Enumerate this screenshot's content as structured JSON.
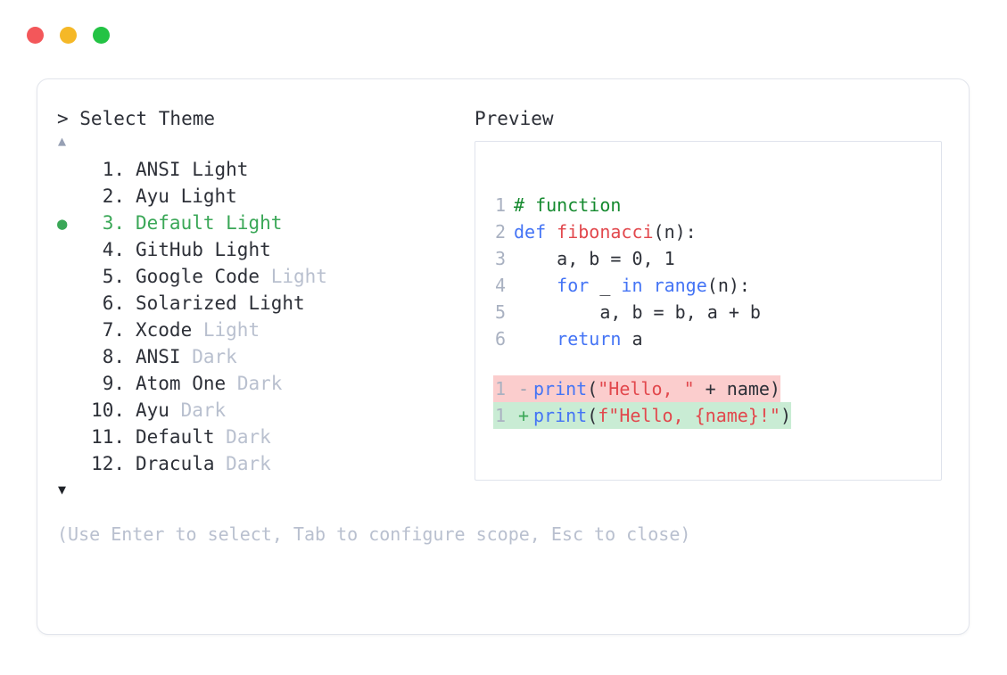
{
  "window": {
    "traffic_lights": [
      {
        "name": "close",
        "color": "#f3575a"
      },
      {
        "name": "minimize",
        "color": "#f5b827"
      },
      {
        "name": "maximize",
        "color": "#23c344"
      }
    ]
  },
  "prompt": {
    "text": "> Select Theme"
  },
  "scroll": {
    "up_arrow": "▲",
    "down_arrow": "▼"
  },
  "preview": {
    "label": "Preview"
  },
  "theme_list": {
    "selected_index": 3,
    "selected_color": "#3aa757",
    "items": [
      {
        "bullet": "",
        "number": "1.",
        "name": "ANSI",
        "suffix": "Light",
        "suffix_dim": false,
        "selected": false
      },
      {
        "bullet": "",
        "number": "2.",
        "name": "Ayu",
        "suffix": "Light",
        "suffix_dim": false,
        "selected": false
      },
      {
        "bullet": "●",
        "number": "3.",
        "name": "Default",
        "suffix": "Light",
        "suffix_dim": false,
        "selected": true
      },
      {
        "bullet": "",
        "number": "4.",
        "name": "GitHub",
        "suffix": "Light",
        "suffix_dim": false,
        "selected": false
      },
      {
        "bullet": "",
        "number": "5.",
        "name": "Google Code",
        "suffix": "Light",
        "suffix_dim": true,
        "selected": false
      },
      {
        "bullet": "",
        "number": "6.",
        "name": "Solarized",
        "suffix": "Light",
        "suffix_dim": false,
        "selected": false
      },
      {
        "bullet": "",
        "number": "7.",
        "name": "Xcode",
        "suffix": "Light",
        "suffix_dim": true,
        "selected": false
      },
      {
        "bullet": "",
        "number": "8.",
        "name": "ANSI",
        "suffix": "Dark",
        "suffix_dim": true,
        "selected": false
      },
      {
        "bullet": "",
        "number": "9.",
        "name": "Atom One",
        "suffix": "Dark",
        "suffix_dim": true,
        "selected": false
      },
      {
        "bullet": "",
        "number": "10.",
        "name": "Ayu",
        "suffix": "Dark",
        "suffix_dim": true,
        "selected": false
      },
      {
        "bullet": "",
        "number": "11.",
        "name": "Default",
        "suffix": "Dark",
        "suffix_dim": true,
        "selected": false
      },
      {
        "bullet": "",
        "number": "12.",
        "name": "Dracula",
        "suffix": "Dark",
        "suffix_dim": true,
        "selected": false
      }
    ]
  },
  "code_preview": {
    "lines": [
      {
        "ln": "1",
        "tokens": [
          {
            "t": "# function",
            "c": "comment"
          }
        ]
      },
      {
        "ln": "2",
        "tokens": [
          {
            "t": "def ",
            "c": "kw"
          },
          {
            "t": "fibonacci",
            "c": "fn"
          },
          {
            "t": "(n):",
            "c": "plain"
          }
        ]
      },
      {
        "ln": "3",
        "tokens": [
          {
            "t": "    a, b = 0, 1",
            "c": "plain"
          }
        ]
      },
      {
        "ln": "4",
        "tokens": [
          {
            "t": "    ",
            "c": "plain"
          },
          {
            "t": "for",
            "c": "kw"
          },
          {
            "t": " _ ",
            "c": "plain"
          },
          {
            "t": "in",
            "c": "kw"
          },
          {
            "t": " ",
            "c": "plain"
          },
          {
            "t": "range",
            "c": "kw"
          },
          {
            "t": "(n):",
            "c": "plain"
          }
        ]
      },
      {
        "ln": "5",
        "tokens": [
          {
            "t": "        a, b = b, a + b",
            "c": "plain"
          }
        ]
      },
      {
        "ln": "6",
        "tokens": [
          {
            "t": "    ",
            "c": "plain"
          },
          {
            "t": "return",
            "c": "kw"
          },
          {
            "t": " a",
            "c": "plain"
          }
        ]
      }
    ],
    "diff": [
      {
        "ln": "1",
        "sign": "-",
        "kind": "del",
        "bg": "#fbcdcd",
        "tokens": [
          {
            "t": "print",
            "c": "kw"
          },
          {
            "t": "(",
            "c": "plain"
          },
          {
            "t": "\"Hello, \"",
            "c": "str"
          },
          {
            "t": " + name)",
            "c": "plain"
          }
        ]
      },
      {
        "ln": "1",
        "sign": "+",
        "kind": "add",
        "bg": "#c9ecd4",
        "tokens": [
          {
            "t": "print",
            "c": "kw"
          },
          {
            "t": "(",
            "c": "plain"
          },
          {
            "t": "f\"Hello, {name}!\"",
            "c": "str"
          },
          {
            "t": ")",
            "c": "plain"
          }
        ]
      }
    ]
  },
  "help": {
    "text": "(Use Enter to select, Tab to configure scope, Esc to close)"
  }
}
